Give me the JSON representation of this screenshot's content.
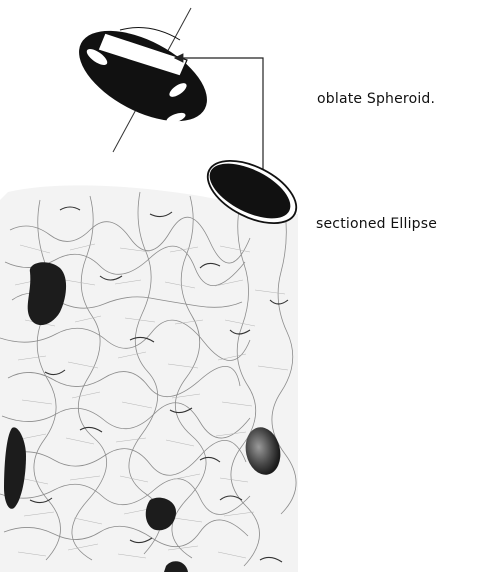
{
  "labels": {
    "spheroid": "oblate Spheroid.",
    "ellipse": "sectioned Ellipse"
  },
  "colors": {
    "ink": "#111111",
    "micrograph_background": "#f4f4f4",
    "micrograph_lines": "#8a8a8a",
    "arrow": "#222222"
  },
  "icons": {
    "spheroid": "oblate-spheroid-drawing",
    "ellipse": "sectioned-ellipse-drawing",
    "arrow": "connector-arrow"
  }
}
